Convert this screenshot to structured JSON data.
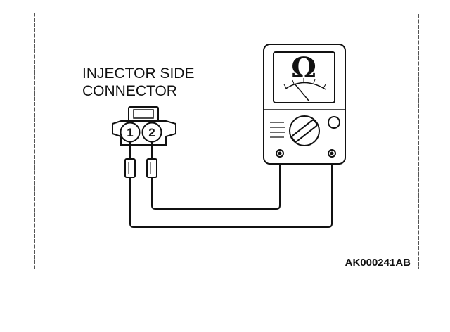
{
  "label": {
    "line1": "INJECTOR SIDE",
    "line2": "CONNECTOR"
  },
  "connector": {
    "pin1": "1",
    "pin2": "2"
  },
  "meter": {
    "unit_symbol": "Ω",
    "icon": "ohmmeter-icon"
  },
  "figure_code": "AK000241AB"
}
